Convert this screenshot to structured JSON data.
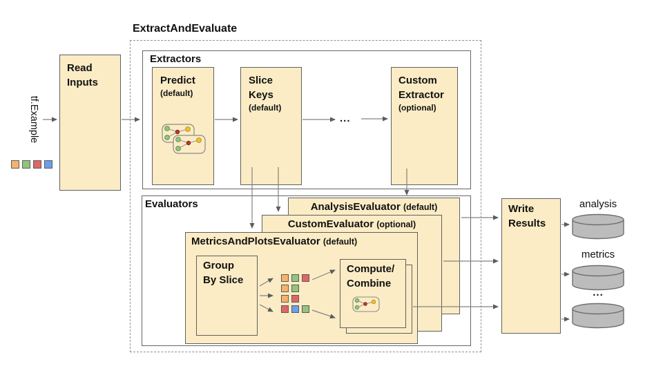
{
  "title": "ExtractAndEvaluate",
  "colors": {
    "box_fill": "#fbecc5",
    "orange": "#f6b26b",
    "green": "#93c47d",
    "red": "#e06666",
    "blue": "#6d9eeb",
    "cylinder_fill": "#bcbcbc",
    "line": "#828282"
  },
  "input": {
    "label": "tf.Example",
    "squares": [
      "orange",
      "green",
      "red",
      "blue"
    ]
  },
  "read_inputs": {
    "line1": "Read",
    "line2": "Inputs"
  },
  "extractors": {
    "label": "Extractors",
    "predict": {
      "title": "Predict",
      "qualifier": "(default)"
    },
    "slice_keys": {
      "line1": "Slice",
      "line2": "Keys",
      "qualifier": "(default)"
    },
    "dots": "...",
    "custom_extractor": {
      "line1": "Custom",
      "line2": "Extractor",
      "qualifier": "(optional)"
    }
  },
  "evaluators": {
    "label": "Evaluators",
    "analysis_evaluator": {
      "title": "AnalysisEvaluator",
      "qualifier": "(default)"
    },
    "custom_evaluator": {
      "title": "CustomEvaluator",
      "qualifier": "(optional)"
    },
    "metrics_evaluator": {
      "title": "MetricsAndPlotsEvaluator",
      "qualifier": "(default)"
    },
    "group_by_slice": {
      "line1": "Group",
      "line2": "By Slice"
    },
    "compute_combine": {
      "line1": "Compute/",
      "line2": "Combine"
    },
    "slice_rows": [
      [
        "orange",
        "green",
        "red"
      ],
      [
        "orange",
        "green"
      ],
      [
        "orange",
        "red"
      ],
      [
        "red",
        "blue",
        "green"
      ]
    ]
  },
  "write_results": {
    "line1": "Write",
    "line2": "Results"
  },
  "outputs": {
    "analysis_label": "analysis",
    "metrics_label": "metrics",
    "dots": "..."
  }
}
